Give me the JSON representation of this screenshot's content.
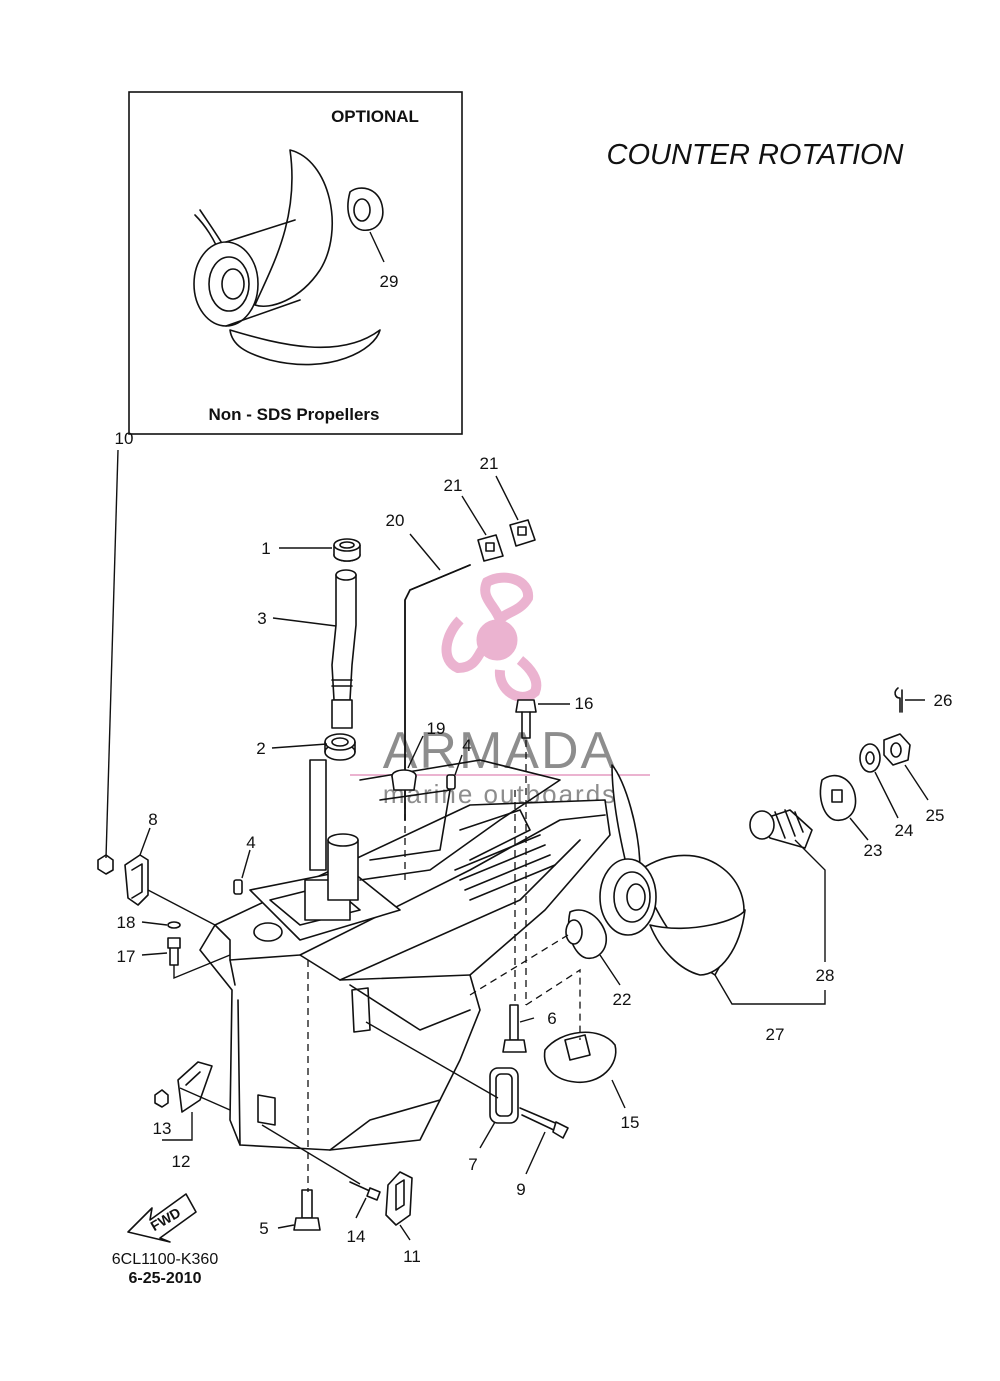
{
  "title": "COUNTER  ROTATION",
  "inset": {
    "heading": "OPTIONAL",
    "caption": "Non - SDS Propellers",
    "part_number": "29"
  },
  "watermark": {
    "brand": "ARMADA",
    "tagline": "marine outboards",
    "logo_color": "#e8a6c8",
    "text_color": "#7a7a7a"
  },
  "fwd_label": "FWD",
  "drawing_code": "6CL1100-K360",
  "drawing_date": "6-25-2010",
  "callouts": {
    "c1": "1",
    "c2": "2",
    "c3": "3",
    "c4a": "4",
    "c4b": "4",
    "c5": "5",
    "c6": "6",
    "c7": "7",
    "c8": "8",
    "c9": "9",
    "c10": "10",
    "c11": "11",
    "c12": "12",
    "c13": "13",
    "c14": "14",
    "c15": "15",
    "c16": "16",
    "c17": "17",
    "c18": "18",
    "c19": "19",
    "c20": "20",
    "c21a": "21",
    "c21b": "21",
    "c22": "22",
    "c23": "23",
    "c24": "24",
    "c25": "25",
    "c26": "26",
    "c27": "27",
    "c28": "28"
  }
}
